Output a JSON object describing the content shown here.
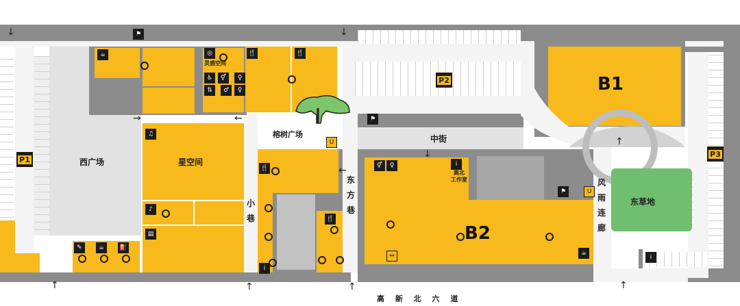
{
  "areas": {
    "west_plaza": "西广场",
    "star_space": "星空间",
    "banyan_plaza": "榕树广场",
    "middle_street": "中街",
    "east_lawn": "东草地",
    "inspiration_space": "灵感空间",
    "studio": "高北\n工作室"
  },
  "vertical_labels": {
    "small_lane": "小巷",
    "east_lane": "东方巷",
    "corridor": "风雨连廊"
  },
  "road": "高 新 北 六 道",
  "parking": {
    "p1": "P1",
    "p2": "P2",
    "p3": "P3"
  },
  "buildings": {
    "b1": "B1",
    "b2": "B2"
  },
  "icons": {
    "food": "fork-knife-icon",
    "cafe": "coffee-cup-icon",
    "info": "info-icon",
    "restroom": "restroom-icon",
    "arrow": "direction-arrow-icon"
  },
  "colors": {
    "shop": "#f7b91b",
    "plaza": "#e2e2e2",
    "road": "#8c8c8c",
    "lawn": "#70be6f",
    "icon": "#1b1b1b"
  }
}
